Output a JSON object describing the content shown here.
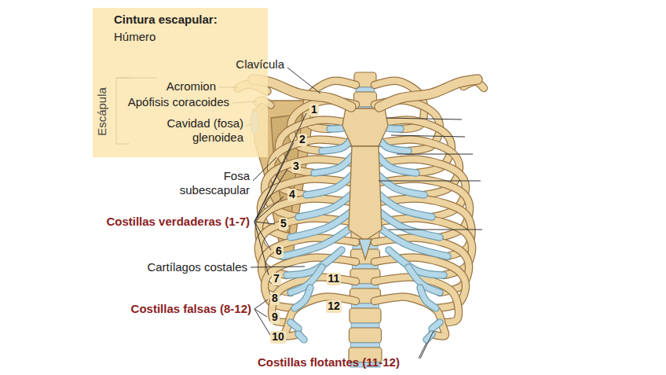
{
  "diagram": {
    "nodes": [
      {
        "text": [
          "Cintura escapular:",
          "Húmero",
          "Escápula",
          "Acromion",
          "Apófisis coracoides",
          "Cavidad (fosa) glenoidea"
        ]
      }
    ],
    "labels": [
      "Clavícula",
      "Fosa subescapular",
      "Costillas verdaderas (1-7)",
      "Cartílagos costales",
      "Costillas falsas (8-12)",
      "Costillas flotantes (11-12)",
      "1",
      "2",
      "3",
      "4",
      "5",
      "6",
      "7",
      "8",
      "9",
      "10",
      "11",
      "12"
    ]
  }
}
